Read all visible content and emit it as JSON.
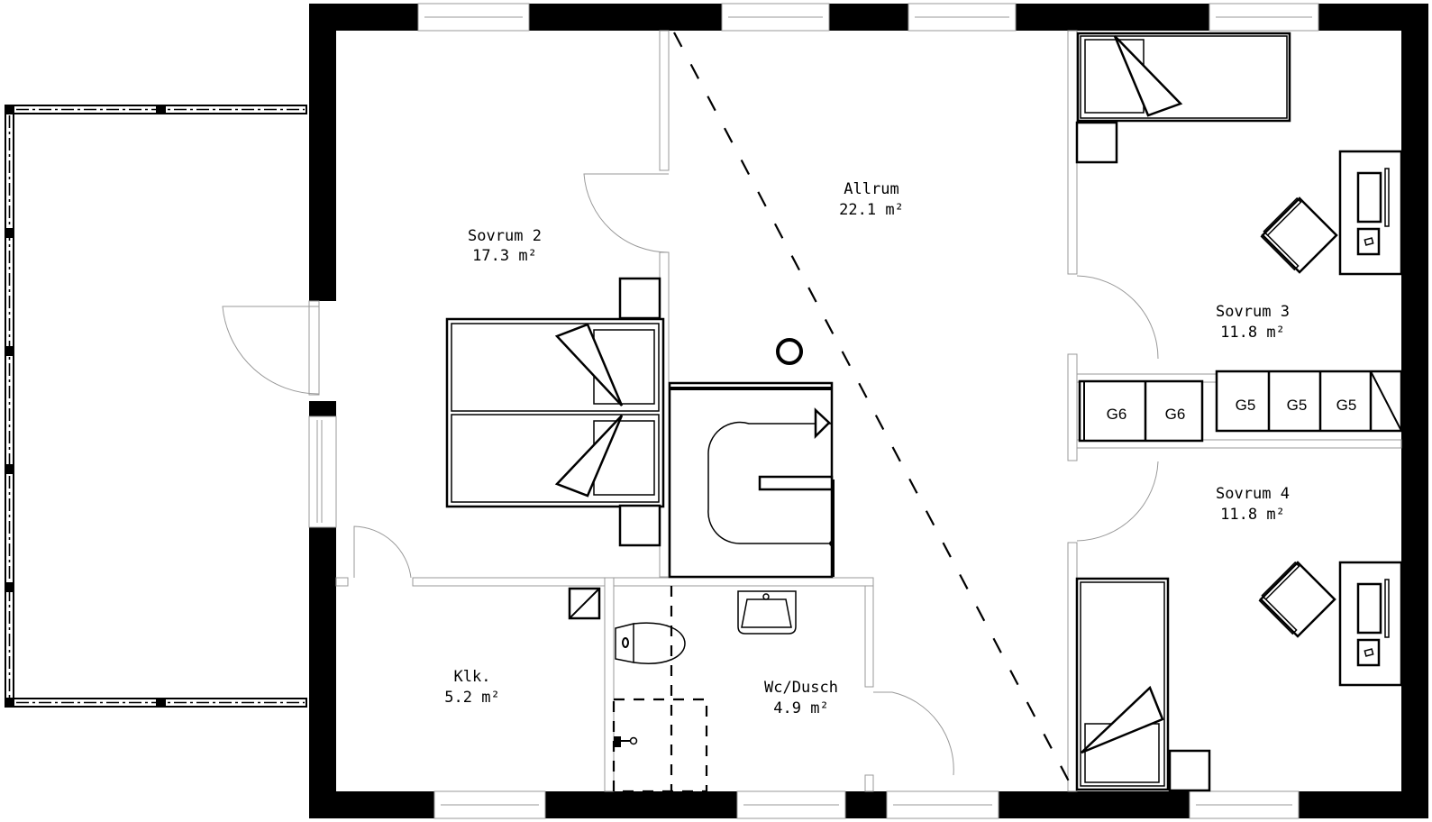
{
  "plan": {
    "type": "floor-plan",
    "rooms": [
      {
        "id": "sovrum2",
        "name": "Sovrum 2",
        "area": "17.3 m²"
      },
      {
        "id": "allrum",
        "name": "Allrum",
        "area": "22.1 m²"
      },
      {
        "id": "sovrum3",
        "name": "Sovrum 3",
        "area": "11.8 m²"
      },
      {
        "id": "sovrum4",
        "name": "Sovrum 4",
        "area": "11.8 m²"
      },
      {
        "id": "klk",
        "name": "Klk.",
        "area": "5.2 m²"
      },
      {
        "id": "wcdusch",
        "name": "Wc/Dusch",
        "area": "4.9 m²"
      }
    ],
    "storage_modules": [
      {
        "label": "G6"
      },
      {
        "label": "G6"
      },
      {
        "label": "G5"
      },
      {
        "label": "G5"
      },
      {
        "label": "G5"
      }
    ],
    "colors": {
      "wall": "#000000",
      "background": "#ffffff",
      "thin_line": "#999999"
    }
  }
}
